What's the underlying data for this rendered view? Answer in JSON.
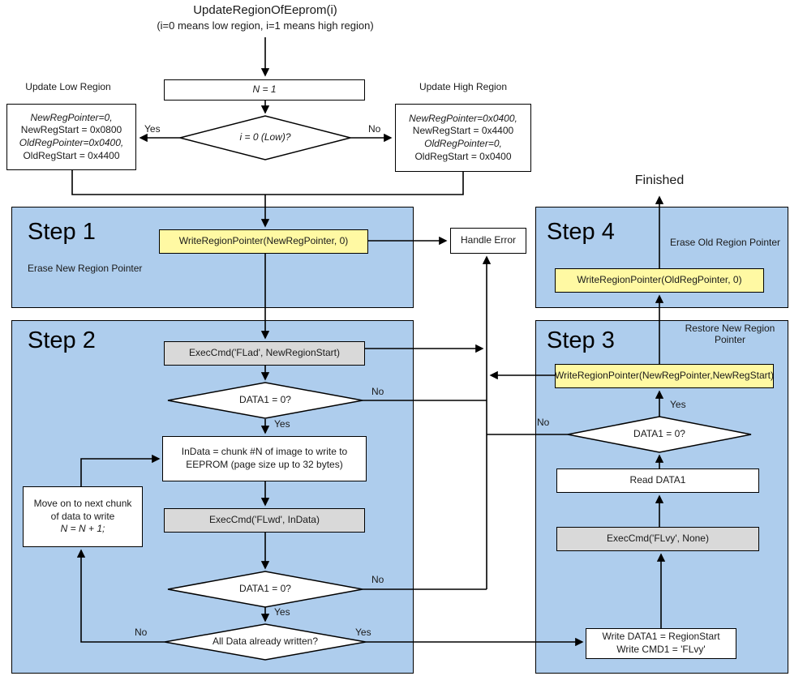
{
  "colors": {
    "step_bg": "#AECDED",
    "yellow_fill": "#FFF9A3",
    "gray_fill": "#D9D9D9",
    "line": "#000000"
  },
  "labels": {
    "yes": "Yes",
    "no": "No"
  },
  "header": {
    "title": "UpdateRegionOfEeprom(i)",
    "subtitle": "(i=0 means low region, i=1 means high region)"
  },
  "flow_top": {
    "n_box": "N = 1",
    "decision": "i = 0 (Low)?",
    "low_region_label": "Update Low Region",
    "low_region_lines": [
      "NewRegPointer=0,",
      "NewRegStart = 0x0800",
      "OldRegPointer=0x0400,",
      "OldRegStart = 0x4400"
    ],
    "high_region_label": "Update High Region",
    "high_region_lines": [
      "NewRegPointer=0x0400,",
      "NewRegStart = 0x4400",
      "OldRegPointer=0,",
      "OldRegStart = 0x0400"
    ]
  },
  "handle_error": "Handle Error",
  "finished": "Finished",
  "step1": {
    "title": "Step 1",
    "subtitle": "Erase New Region Pointer",
    "cmd": "WriteRegionPointer(NewRegPointer, 0)"
  },
  "step2": {
    "title": "Step 2",
    "exec_flad": "ExecCmd('FLad', NewRegionStart)",
    "decision1": "DATA1 = 0?",
    "indata_lines": [
      "InData = chunk #N of image to write to",
      "EEPROM (page size up to 32 bytes)"
    ],
    "exec_flwd": "ExecCmd('FLwd', InData)",
    "decision2": "DATA1 = 0?",
    "decision3": "All Data already written?",
    "move_on_lines": [
      "Move on to next chunk",
      "of data to write",
      "N = N + 1;"
    ]
  },
  "step3": {
    "title": "Step 3",
    "subtitle_lines": [
      "Restore New Region",
      "Pointer"
    ],
    "cmd": "WriteRegionPointer(NewRegPointer,NewRegStart)",
    "decision": "DATA1 = 0?",
    "read_data1": "Read DATA1",
    "exec_flvy": "ExecCmd('FLvy', None)",
    "write_lines": [
      "Write DATA1 = RegionStart",
      "Write CMD1 = 'FLvy'"
    ]
  },
  "step4": {
    "title": "Step 4",
    "subtitle": "Erase Old Region Pointer",
    "cmd": "WriteRegionPointer(OldRegPointer, 0)"
  }
}
